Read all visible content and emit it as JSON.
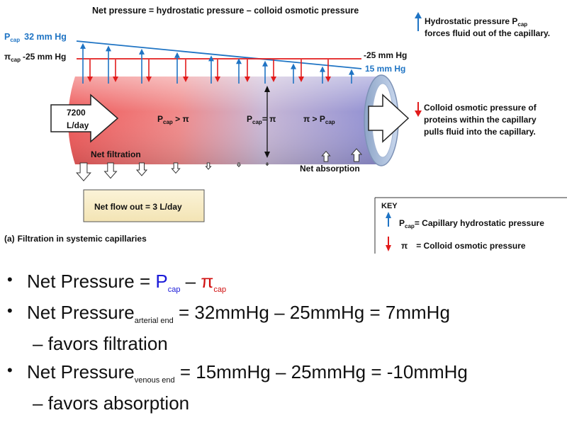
{
  "figure": {
    "title": "Net pressure = hydrostatic pressure – colloid osmotic pressure",
    "left_labels": {
      "pcap_base": "P",
      "pcap_sub": "cap",
      "pcap_value": "32 mm Hg",
      "pi_base": "π",
      "pi_sub": "cap",
      "pi_value": "-25 mm Hg"
    },
    "right_labels": {
      "red_value": "-25 mm Hg",
      "blue_value": "15 mm Hg"
    },
    "legend_hydro": {
      "line1_prefix": "Hydrostatic pressure P",
      "line1_sub": "cap",
      "line2": "forces fluid out of the capillary."
    },
    "legend_colloid": {
      "line1": "Colloid osmotic pressure of",
      "line2": "proteins within the capillary",
      "line3": "pulls fluid into the capillary."
    },
    "inflow": {
      "line1": "7200",
      "line2": "L/day"
    },
    "zones": {
      "left": {
        "a": "P",
        "sub": "cap",
        "b": " > π"
      },
      "middle": {
        "a": "P",
        "sub": "cap",
        "b": "= π"
      },
      "right": {
        "a": "π > P",
        "sub": "cap"
      }
    },
    "net_filtration": "Net filtration",
    "net_absorption": "Net absorption",
    "net_flow": "Net flow out = 3 L/day",
    "caption_prefix": "(a)",
    "caption": "Filtration in systemic capillaries",
    "key": {
      "title": "KEY",
      "item1_base": "P",
      "item1_sub": "cap",
      "item1_text": "= Capillary hydrostatic pressure",
      "item2_symbol": "π",
      "item2_text": "=   Colloid osmotic pressure"
    },
    "colors": {
      "hydrostatic": "#1f74c4",
      "colloid": "#e21b1b",
      "accent_blue": "#1a1ad8"
    }
  },
  "bullets": [
    {
      "prefix": "Net Pressure = ",
      "p": "P",
      "p_sub": "cap",
      "dash": " – ",
      "pi": "π",
      "pi_sub": "cap"
    },
    {
      "prefix": "Net Pressure",
      "sub": "arterial end",
      "rest": " = 32mmHg – 25mmHg = 7mmHg"
    },
    {
      "text": "– favors filtration"
    },
    {
      "prefix": "Net Pressure",
      "sub": "venous end",
      "rest": " = 15mmHg – 25mmHg = -10mmHg"
    },
    {
      "text": "– favors absorption"
    }
  ],
  "bullet_symbol": "•"
}
